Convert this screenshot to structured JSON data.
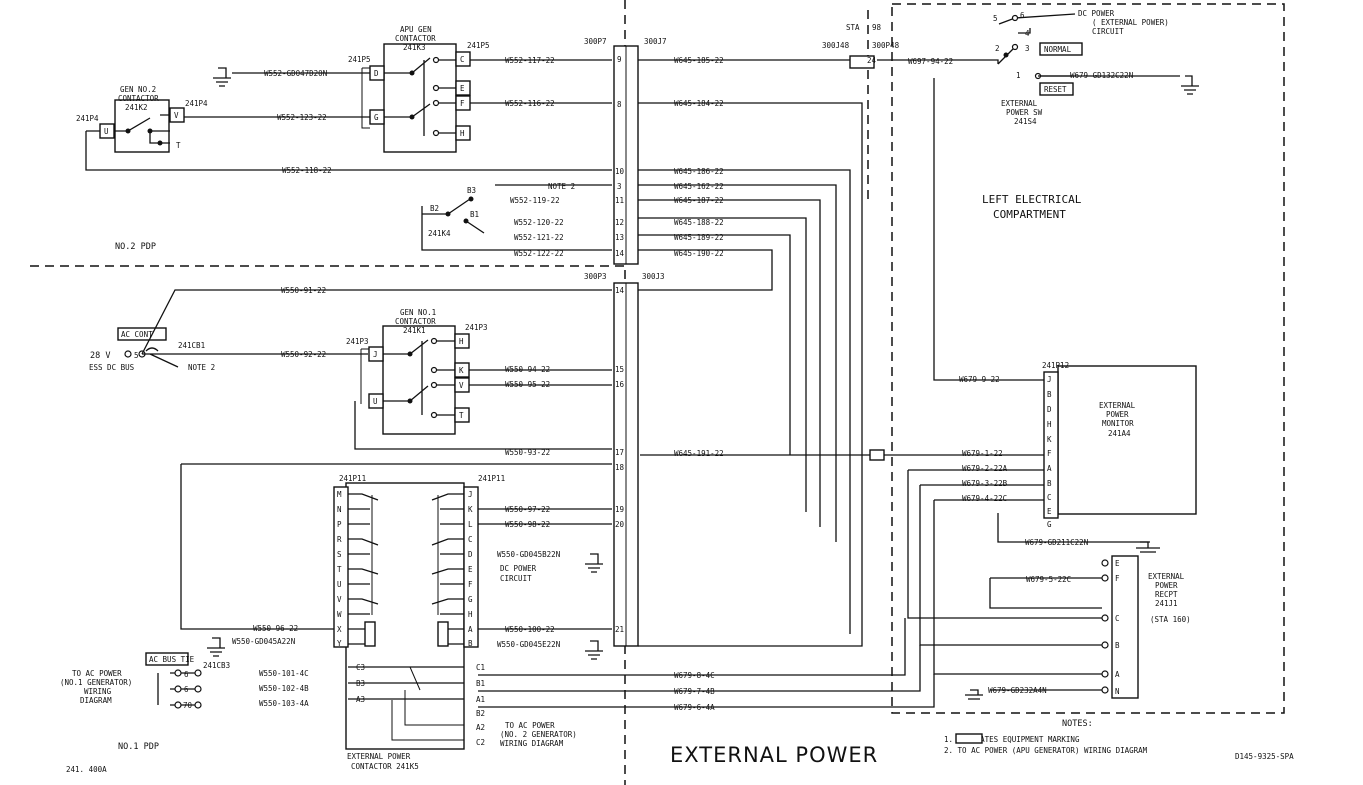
{
  "title": "EXTERNAL POWER",
  "areas": {
    "no2_pdp": "NO.2 PDP",
    "no1_pdp": "NO.1 PDP",
    "left_compartment_l1": "LEFT ELECTRICAL",
    "left_compartment_l2": "COMPARTMENT",
    "sta": "STA",
    "sta_num": "98"
  },
  "components": {
    "gen2": {
      "l1": "GEN NO.2",
      "l2": "CONTACTOR",
      "l3": "241K2",
      "plug": "241P4",
      "plug2": "241P4",
      "pins": [
        "U",
        "V",
        "T"
      ]
    },
    "apu": {
      "l1": "APU GEN",
      "l2": "CONTACTOR",
      "l3": "241K3",
      "plug_l": "241P5",
      "plug_r": "241P5",
      "pins_l": [
        "D",
        "G"
      ],
      "pins_r": [
        "C",
        "E",
        "F",
        "H"
      ]
    },
    "gen1": {
      "l1": "GEN NO.1",
      "l2": "CONTACTOR",
      "l3": "241K1",
      "plug_l": "241P3",
      "plug_r": "241P3",
      "pins_l": [
        "J",
        "U"
      ],
      "pins_r": [
        "H",
        "K",
        "V",
        "T"
      ]
    },
    "k4": {
      "name": "241K4",
      "b1": "B1",
      "b2": "B2",
      "b3": "B3"
    },
    "ext_contactor": {
      "l1": "EXTERNAL POWER",
      "l2": "CONTACTOR 241K5",
      "plug_l": "241P11",
      "plug_r": "241P11",
      "pins_l": [
        "M",
        "N",
        "P",
        "R",
        "S",
        "T",
        "U",
        "V",
        "W",
        "X",
        "Y"
      ],
      "pins_r": [
        "J",
        "K",
        "L",
        "C",
        "D",
        "E",
        "F",
        "G",
        "H",
        "A",
        "B"
      ],
      "main_l": [
        "C3",
        "B3",
        "A3"
      ],
      "main_r": [
        "C1",
        "B1",
        "A1"
      ],
      "aux": [
        "B2",
        "A2",
        "C2"
      ]
    },
    "monitor": {
      "l1": "EXTERNAL",
      "l2": "POWER",
      "l3": "MONITOR",
      "l4": "241A4",
      "plug": "241P12",
      "pins": [
        "J",
        "B",
        "D",
        "H",
        "K",
        "F",
        "A",
        "B",
        "C",
        "E",
        "G"
      ]
    },
    "recept": {
      "l1": "EXTERNAL",
      "l2": "POWER",
      "l3": "RECPT",
      "l4": "241J1",
      "l5": "(STA 160)",
      "pins": [
        "E",
        "F",
        "C",
        "B",
        "A",
        "N"
      ]
    },
    "ext_sw": {
      "l1": "EXTERNAL",
      "l2": "POWER SW",
      "l3": "241S4",
      "normal": "NORMAL",
      "reset": "RESET",
      "pins": [
        "1",
        "2",
        "3",
        "4",
        "5",
        "6"
      ]
    },
    "dc_power_circuit": {
      "l1": "DC POWER",
      "l2": "( EXTERNAL POWER)",
      "l3": "CIRCUIT"
    },
    "cb1": {
      "box": "AC CONT",
      "v": "28 V",
      "pin": "5",
      "id": "241CB1",
      "bus": "ESS DC BUS",
      "note": "NOTE 2"
    },
    "cb3": {
      "box": "AC BUS TIE",
      "id": "241CB3",
      "pins": [
        "6",
        "6",
        "70"
      ]
    }
  },
  "connectors": {
    "p7": "300P7",
    "j7": "300J7",
    "p3": "300P3",
    "j3": "300J3",
    "j48": "300J48",
    "p48": "300P48",
    "pin24": "24"
  },
  "wires": {
    "w1": "W552-GD047D20N",
    "w2": "W552-123-22",
    "w3": "W552-117-22",
    "w4": "W552-116-22",
    "w5": "W552-118-22",
    "w6": "W552-119-22",
    "w7": "W552-120-22",
    "w8": "W552-121-22",
    "w9": "W552-122-22",
    "w10": "W645-185-22",
    "w11": "W645-184-22",
    "w12": "W645-186-22",
    "w13": "W645-162-22",
    "w14": "W645-187-22",
    "w15": "W645-188-22",
    "w16": "W645-189-22",
    "w17": "W645-190-22",
    "w18": "W645-191-22",
    "w19": "W697-94-22",
    "w20": "W679-GD132C22N",
    "w21": "W550-91-22",
    "w22": "W550-92-22",
    "w23": "W550-94-22",
    "w24": "W550-95-22",
    "w25": "W550-93-22",
    "w26": "W550-97-22",
    "w27": "W550-98-22",
    "w28": "W550-GD045B22N",
    "w29": "W550-96-22",
    "w30": "W550-GD045A22N",
    "w31": "W550-100-22",
    "w32": "W550-GD045E22N",
    "w33": "W550-101-4C",
    "w34": "W550-102-4B",
    "w35": "W550-103-4A",
    "w36": "W679-9-22",
    "w37": "W679-1-22",
    "w38": "W679-2-22A",
    "w39": "W679-3-22B",
    "w40": "W679-4-22C",
    "w41": "W679-GD211C22N",
    "w42": "W679-5-22C",
    "w43": "W679-8-4C",
    "w44": "W679-7-4B",
    "w45": "W679-6-4A",
    "w46": "W679-GD232A4N"
  },
  "pins_p7": [
    "9",
    "8",
    "10",
    "3",
    "11",
    "12",
    "13",
    "14"
  ],
  "pins_p3": [
    "14",
    "15",
    "16",
    "17",
    "18",
    "19",
    "20",
    "21"
  ],
  "labels": {
    "note2": "NOTE 2",
    "dc_power_circuit_l1": "DC POWER",
    "dc_power_circuit_l2": "CIRCUIT",
    "to_ac1_l1": "TO AC POWER",
    "to_ac1_l2": "(NO.1 GENERATOR)",
    "to_ac1_l3": "WIRING",
    "to_ac1_l4": "DIAGRAM",
    "to_ac2_l1": "TO AC POWER",
    "to_ac2_l2": "(NO. 2 GENERATOR)",
    "to_ac2_l3": "WIRING DIAGRAM"
  },
  "notes": {
    "heading": "NOTES:",
    "n1": "1.      INDICATES EQUIPMENT MARKING",
    "n2": "2. TO AC POWER (APU GENERATOR) WIRING DIAGRAM"
  },
  "footer": {
    "left": "241. 400A",
    "right": "D145-9325-SPA"
  }
}
